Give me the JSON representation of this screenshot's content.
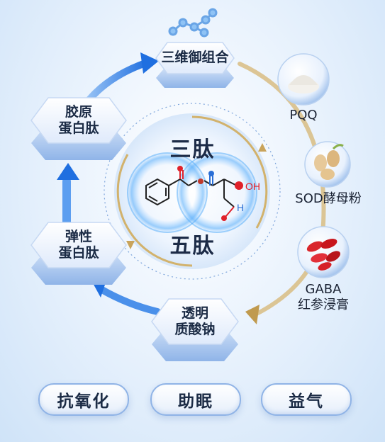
{
  "core": {
    "top_label": "三肽",
    "bottom_label": "五肽",
    "molecule_labels": {
      "oh": "OH",
      "h": "H"
    }
  },
  "hex_nodes": [
    {
      "id": "three-dim",
      "lines": [
        "三维御组合"
      ]
    },
    {
      "id": "collagen",
      "lines": [
        "胶原",
        "蛋白肽"
      ]
    },
    {
      "id": "elastin",
      "lines": [
        "弹性",
        "蛋白肽"
      ]
    },
    {
      "id": "hyaluronate",
      "lines": [
        "透明",
        "质酸钠"
      ]
    }
  ],
  "ingredients": [
    {
      "id": "pqq",
      "lines": [
        "PQQ"
      ]
    },
    {
      "id": "sod",
      "lines": [
        "SOD酵母粉"
      ]
    },
    {
      "id": "gaba",
      "lines": [
        "GABA",
        "红参浸膏"
      ]
    }
  ],
  "benefits": [
    "抗氧化",
    "助眠",
    "益气"
  ],
  "colors": {
    "arrow_blue": "#1f6fe0",
    "arrow_gold": "#c9a45c",
    "core_ring_gold": "#d2b26c",
    "hex_top": "#f4f8ff",
    "oxygen_red": "#e0212a",
    "bond_blue": "#2a6fd6",
    "text_dark": "#1b2b45"
  }
}
